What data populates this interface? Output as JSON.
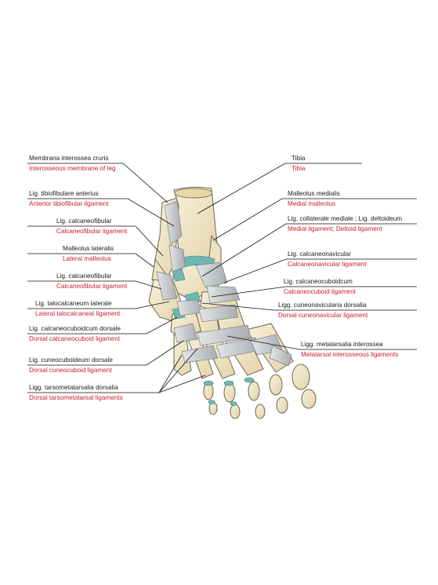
{
  "labels": {
    "membrana_interossea_cruris": {
      "latin": "Membrana interossea cruris",
      "english": "Interosseous membrane of leg"
    },
    "lig_tibiofibulare_anterius": {
      "latin": "Lig. tibiofibulare anterius",
      "english": "Anterior tibiofibular ligament"
    },
    "lig_calcaneofibular_1": {
      "latin": "Lig. calcaneofibular",
      "english": "Calcaneofibular ligament"
    },
    "malleolus_lateralis": {
      "latin": "Malleolus lateralis",
      "english": "Lateral malleolus"
    },
    "lig_calcaneofibular_2": {
      "latin": "Lig. calcaneofibular",
      "english": "Calcaneofibular ligament"
    },
    "lig_talocalcaneum_laterale": {
      "latin": "Lig. talocalcaneum laterale",
      "english": "Lateral talocalcaneal ligament"
    },
    "lig_calcaneocuboidcum_dorsale": {
      "latin": "Lig. calcaneocuboidcum dorsale",
      "english": "Dorsal calcaneocuboid ligament"
    },
    "lig_cuneocuboideum_dorsale": {
      "latin": "Lig. cuneocuboideum dorsale",
      "english": "Dorsal cuneocuboid ligament"
    },
    "ligg_tarsometatarsalia_dorsalia": {
      "latin": "Ligg. tarsometatarsalia dorsalia",
      "english": "Dorsal tarsometatarsal ligaments"
    },
    "tibia": {
      "latin": "Tibia",
      "english": "Tibia"
    },
    "malleolus_medialis": {
      "latin": "Malleolus  medialis",
      "english": "Medial malleolus"
    },
    "lig_deltoideum": {
      "latin": "Lig. collaterale mediale ; Lig. deltoideum",
      "english": "Medial ligament; Deltoid ligament"
    },
    "lig_calcaneonavicular": {
      "latin": "Lig. calcaneonavicular",
      "english": "Calcaneonavicular ligament"
    },
    "lig_calcaneocuboidcum": {
      "latin": "Lig. calcaneocuboidcum",
      "english": "Calcaneocuboid ligament"
    },
    "ligg_cuneonavicularia_dorsalia": {
      "latin": "Ligg. cuneonavicularia dorsalia",
      "english": "Dorsal cuneonavicular ligament"
    },
    "ligg_metatarsalia_interossea": {
      "latin": "Ligg. metatarsalia interossea",
      "english": "Metatarsal interosseous ligaments"
    }
  },
  "colors": {
    "latin_text": "#1a1a1a",
    "english_text": "#c8202a",
    "leader_line": "#111111",
    "bone": "#f1e6c8",
    "bone_outline": "#6e6350",
    "ligament": "#c9cccd",
    "cartilage": "#6fb8b0"
  }
}
